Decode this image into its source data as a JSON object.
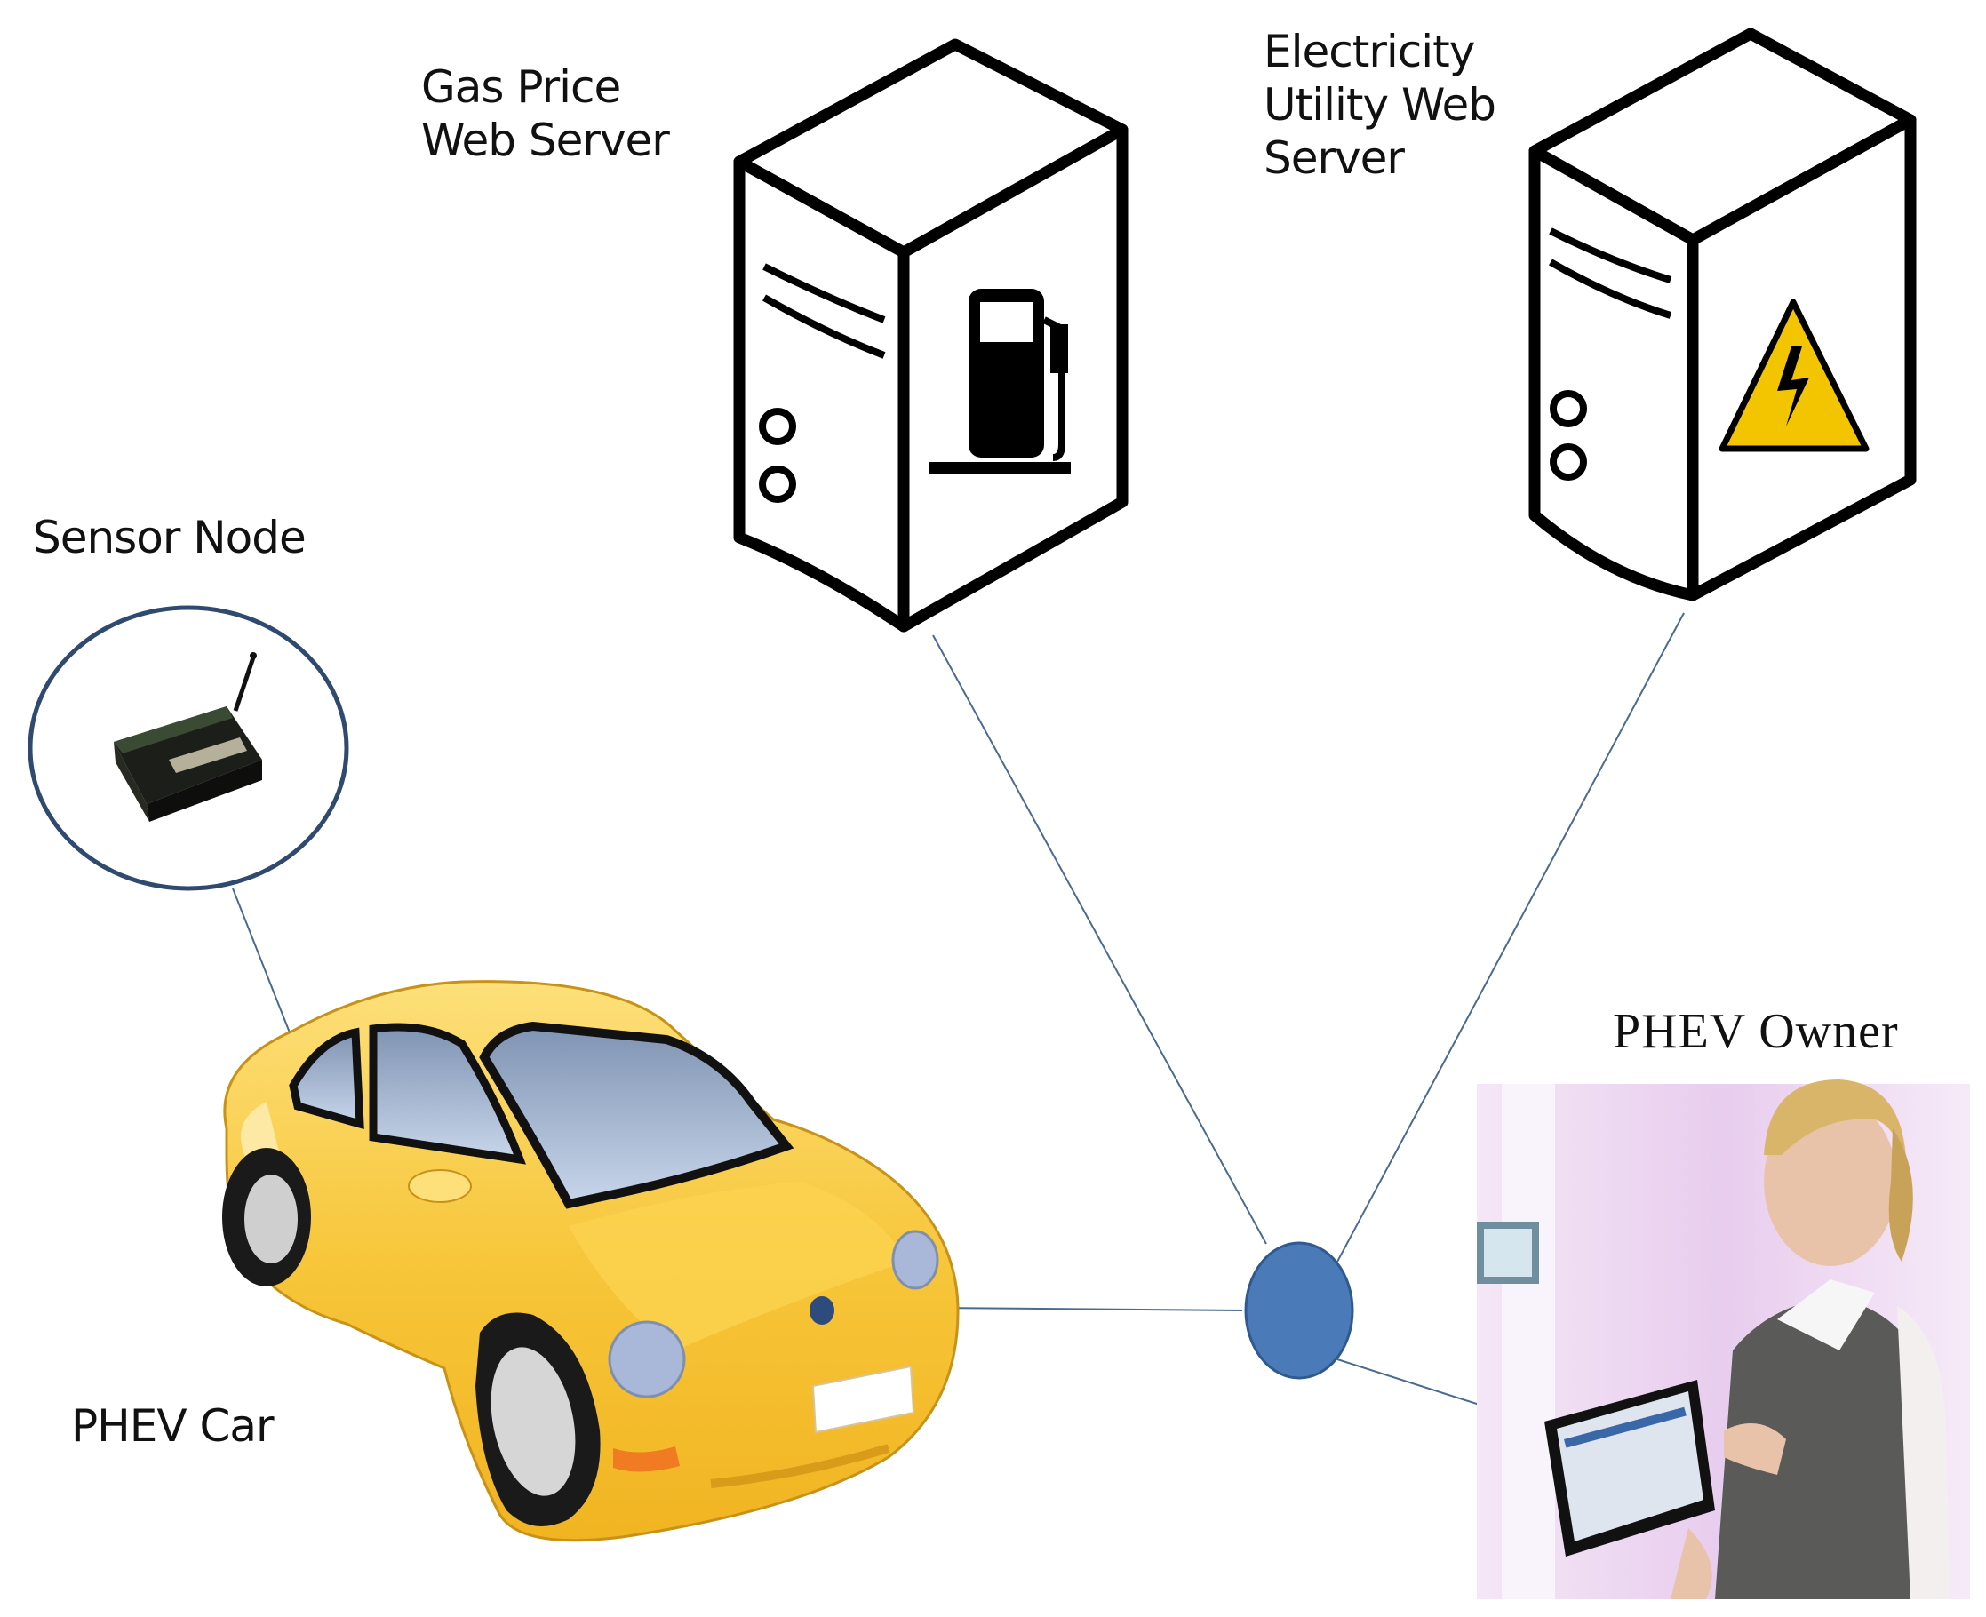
{
  "labels": {
    "gas_server": [
      "Gas Price",
      "Web Server"
    ],
    "electricity_server": [
      "Electricity",
      "Utility Web",
      "Server"
    ],
    "sensor_node": "Sensor Node",
    "phev_car": "PHEV Car",
    "phev_owner": "PHEV Owner"
  },
  "colors": {
    "hub": "#4a7ab8",
    "hub_stroke": "#2f5a8f",
    "connector": "#4a6a90",
    "sensor_ring": "#2f4a6e",
    "car_body": "#f7c63a",
    "car_highlight": "#fde9a3",
    "car_window": "#9fb3cf",
    "server_stroke": "#000000",
    "warning_yellow": "#f2c500"
  },
  "icons": {
    "gas": "fuel-pump-icon",
    "electricity": "high-voltage-warning-icon"
  }
}
